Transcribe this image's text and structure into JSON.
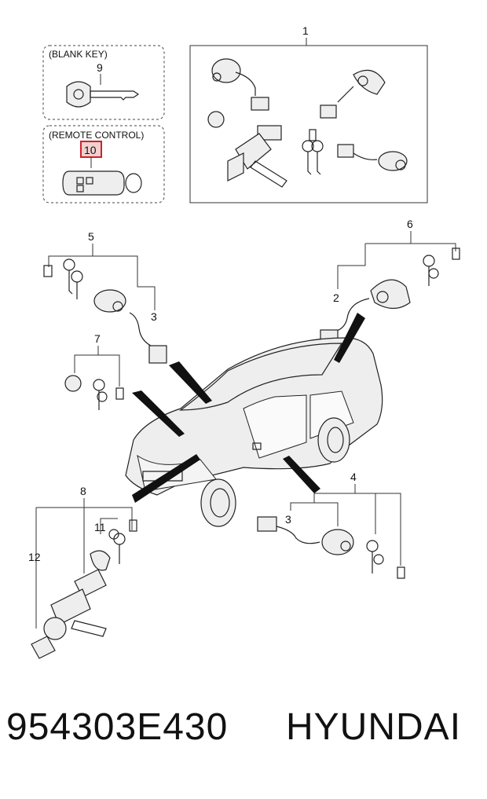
{
  "callouts": {
    "c1": "1",
    "c2": "2",
    "c3a": "3",
    "c3b": "3",
    "c4": "4",
    "c5": "5",
    "c6": "6",
    "c7": "7",
    "c8": "8",
    "c9": "9",
    "c10": "10",
    "c11": "11",
    "c12": "12"
  },
  "boxes": {
    "blank_key": "(BLANK KEY)",
    "remote_control": "(REMOTE CONTROL)"
  },
  "highlight_color": "#d0202a",
  "footer": {
    "part_number": "954303E430",
    "brand": "HYUNDAI"
  }
}
